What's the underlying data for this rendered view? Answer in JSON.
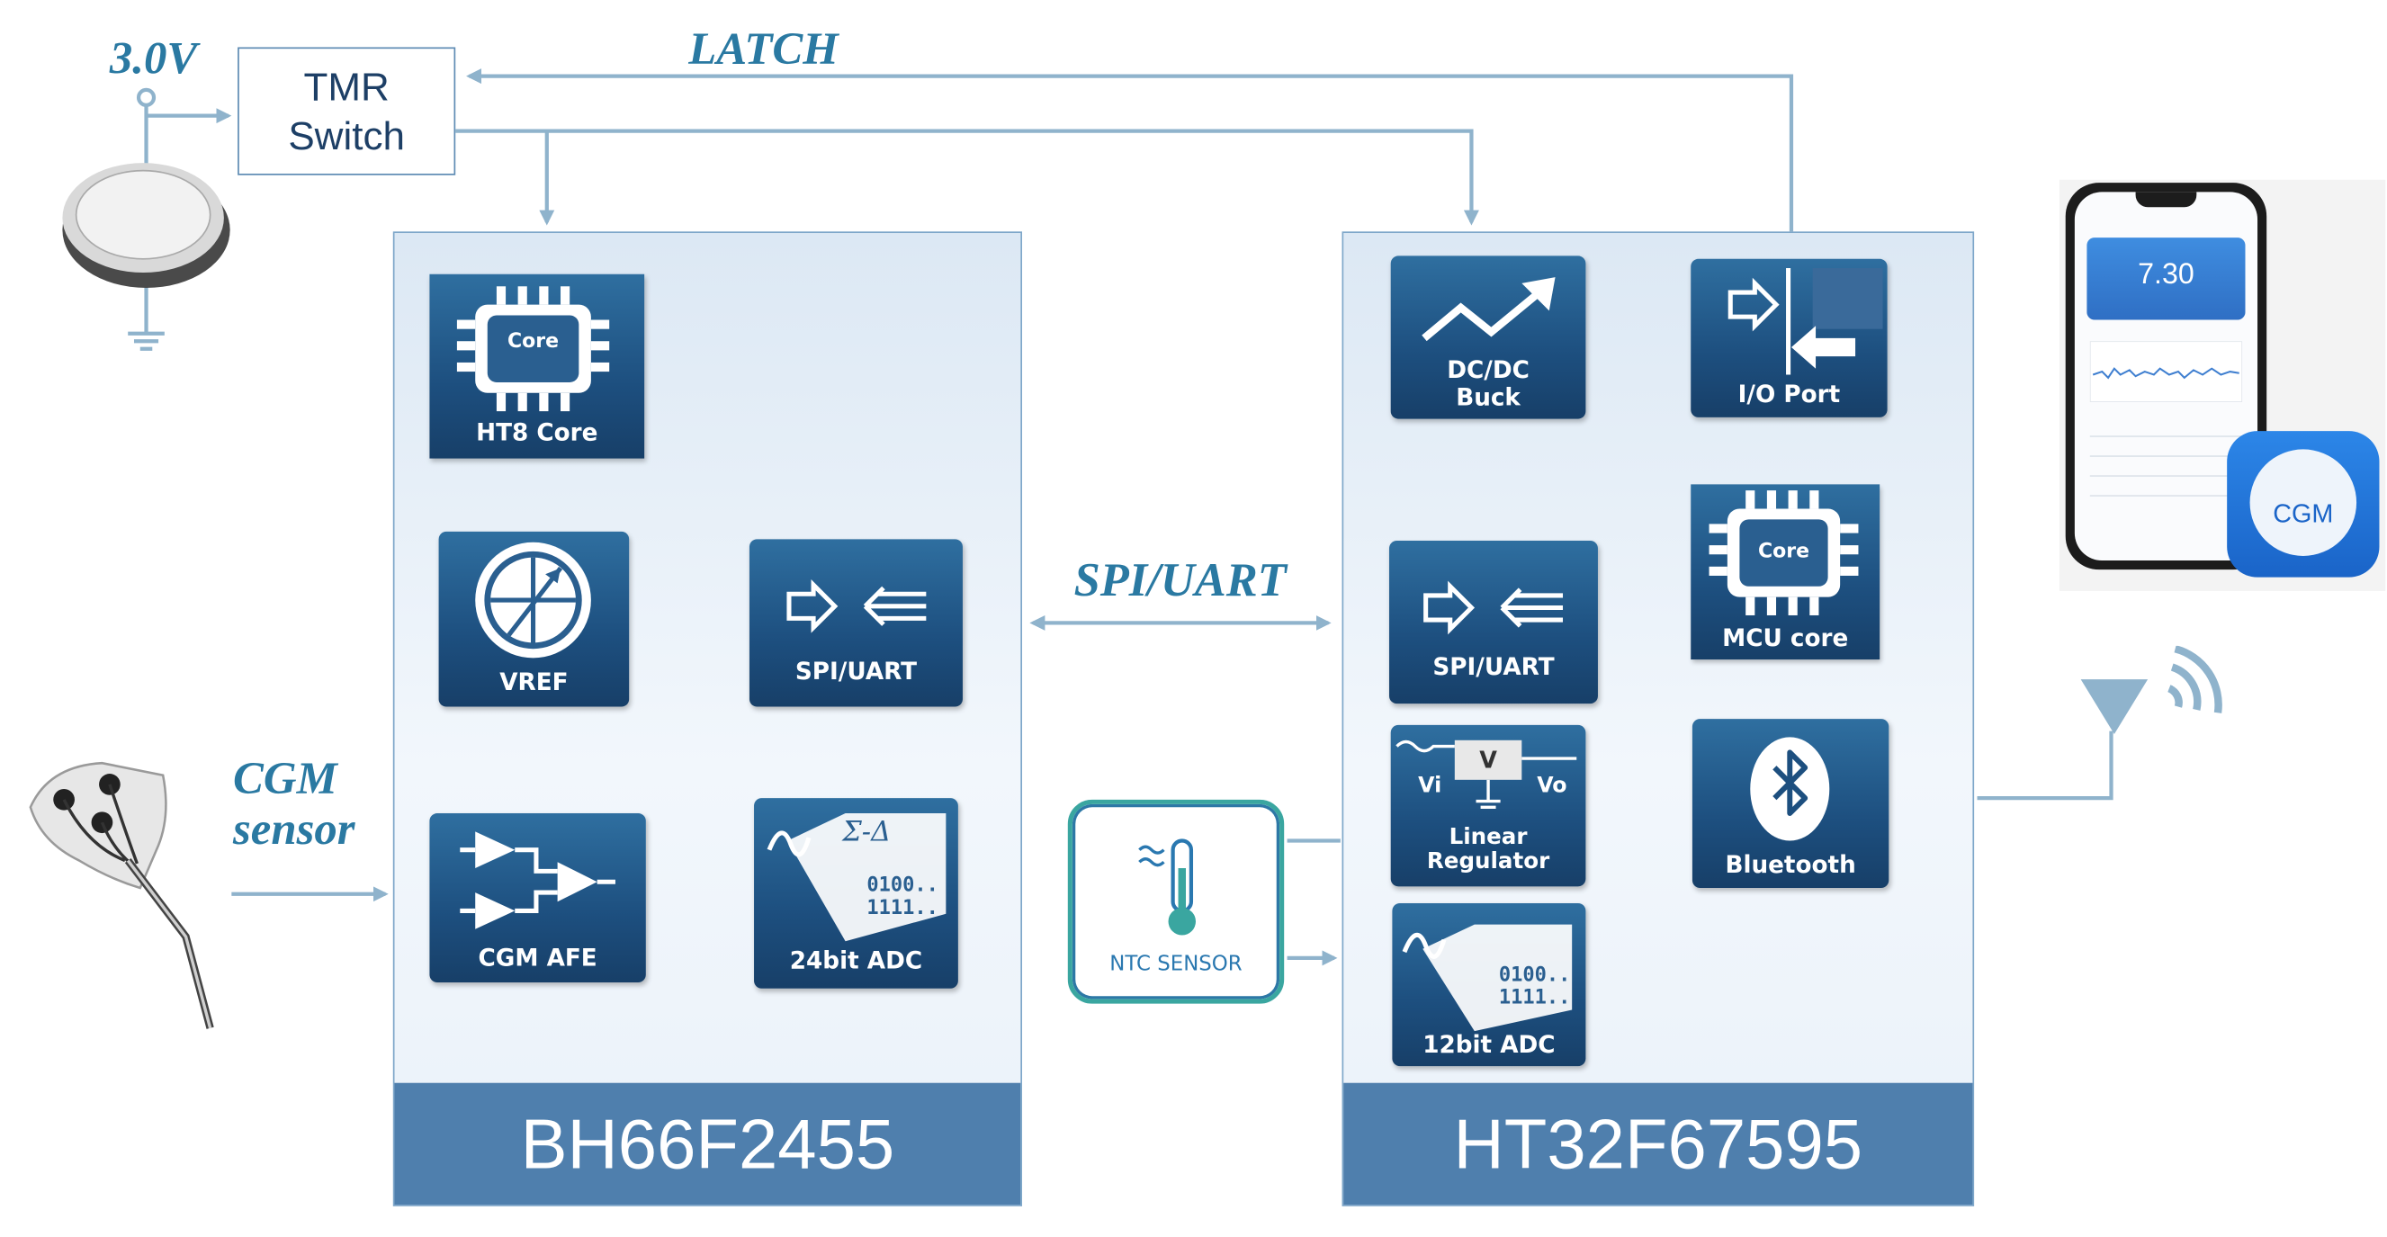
{
  "supply": {
    "voltage": "3.0V"
  },
  "tmr_switch": {
    "line1": "TMR",
    "line2": "Switch"
  },
  "signals": {
    "latch": "LATCH",
    "spi_uart": "SPI/UART",
    "cgm_sensor_line1": "CGM",
    "cgm_sensor_line2": "sensor"
  },
  "chip_left": {
    "name": "BH66F2455",
    "blocks": {
      "ht8_core": "HT8 Core",
      "ht8_core_die": "Core",
      "vref": "VREF",
      "spi_uart": "SPI/UART",
      "cgm_afe": "CGM AFE",
      "adc24": "24bit ADC",
      "adc24_bits1": "0100..",
      "adc24_bits2": "1111..",
      "adc24_symbol": "Σ-Δ"
    }
  },
  "chip_right": {
    "name": "HT32F67595",
    "blocks": {
      "dcdc_line1": "DC/DC",
      "dcdc_line2": "Buck",
      "io_port": "I/O Port",
      "mcu_core": "MCU core",
      "mcu_core_die": "Core",
      "spi_uart": "SPI/UART",
      "linear_line1": "Linear",
      "linear_line2": "Regulator",
      "linear_v": "V",
      "linear_vi": "Vi",
      "linear_vo": "Vo",
      "bluetooth": "Bluetooth",
      "adc12": "12bit ADC",
      "adc12_bits1": "0100..",
      "adc12_bits2": "1111.."
    }
  },
  "ntc": {
    "label": "NTC SENSOR"
  },
  "phone": {
    "reading": "7.30",
    "app_label": "CGM"
  },
  "colors": {
    "tile": "#1d4f7f",
    "chip_footer": "#4f7fad",
    "line": "#8fb3cc",
    "label": "#2a79a2"
  }
}
